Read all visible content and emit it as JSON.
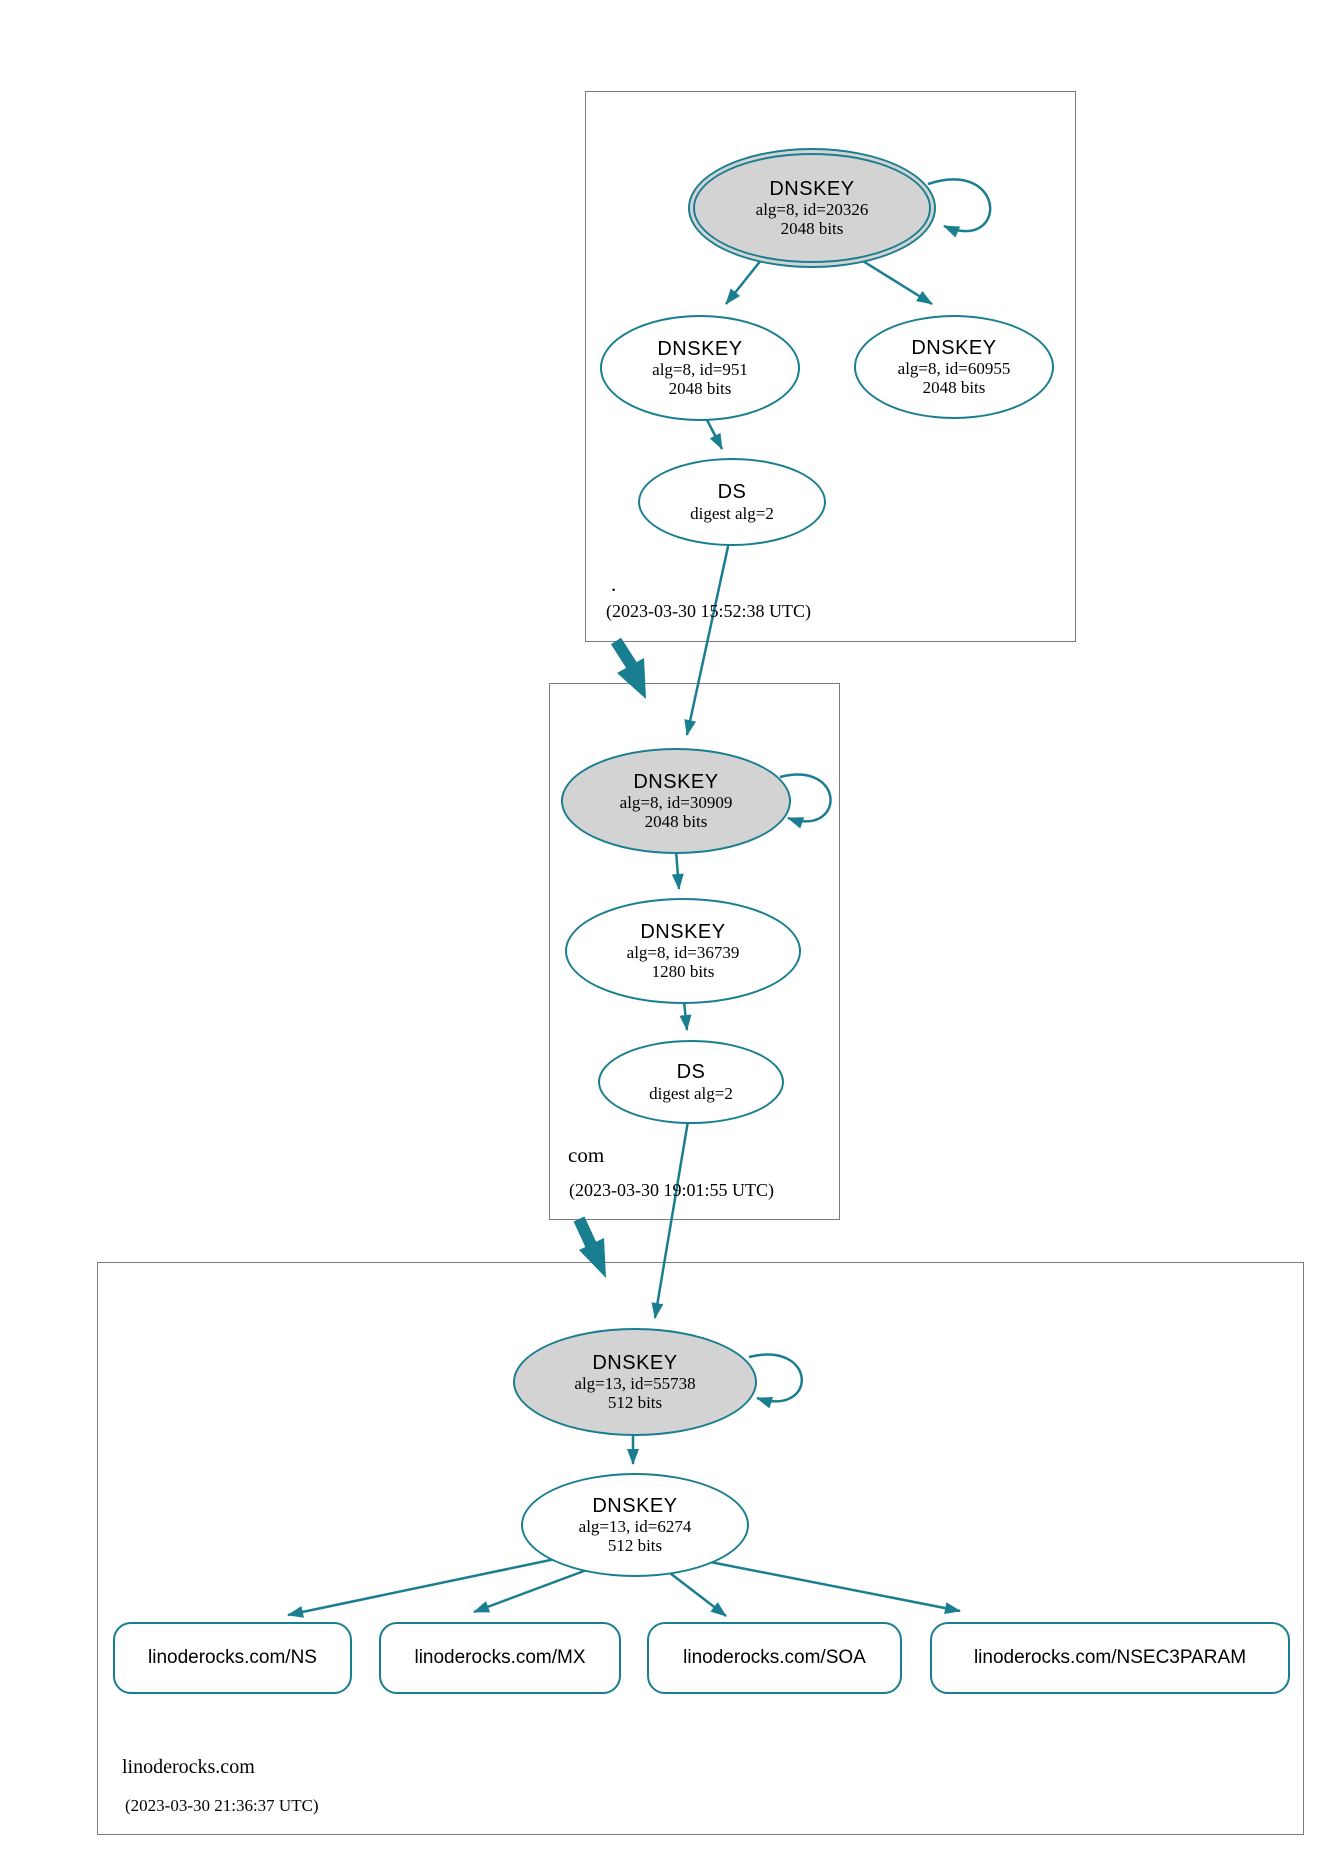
{
  "colors": {
    "edge_teal": "#1a7e91",
    "ksk_fill": "#d3d3d3",
    "cluster_border": "#7b7b7b",
    "text": "#000000",
    "background": "#ffffff"
  },
  "zones": [
    {
      "label": ".",
      "timestamp": "(2023-03-30 15:52:38 UTC)",
      "ksk": {
        "title": "DNSKEY",
        "alg": "alg=8, id=20326",
        "bits": "2048 bits"
      },
      "zsk": {
        "title": "DNSKEY",
        "alg": "alg=8, id=951",
        "bits": "2048 bits"
      },
      "zsk2": {
        "title": "DNSKEY",
        "alg": "alg=8, id=60955",
        "bits": "2048 bits"
      },
      "ds": {
        "title": "DS",
        "digest": "digest alg=2"
      }
    },
    {
      "label": "com",
      "timestamp": "(2023-03-30 19:01:55 UTC)",
      "ksk": {
        "title": "DNSKEY",
        "alg": "alg=8, id=30909",
        "bits": "2048 bits"
      },
      "zsk": {
        "title": "DNSKEY",
        "alg": "alg=8, id=36739",
        "bits": "1280 bits"
      },
      "ds": {
        "title": "DS",
        "digest": "digest alg=2"
      }
    },
    {
      "label": "linoderocks.com",
      "timestamp": "(2023-03-30 21:36:37 UTC)",
      "ksk": {
        "title": "DNSKEY",
        "alg": "alg=13, id=55738",
        "bits": "512 bits"
      },
      "zsk": {
        "title": "DNSKEY",
        "alg": "alg=13, id=6274",
        "bits": "512 bits"
      },
      "rrsets": [
        {
          "label": "linoderocks.com/NS"
        },
        {
          "label": "linoderocks.com/MX"
        },
        {
          "label": "linoderocks.com/SOA"
        },
        {
          "label": "linoderocks.com/NSEC3PARAM"
        }
      ]
    }
  ]
}
